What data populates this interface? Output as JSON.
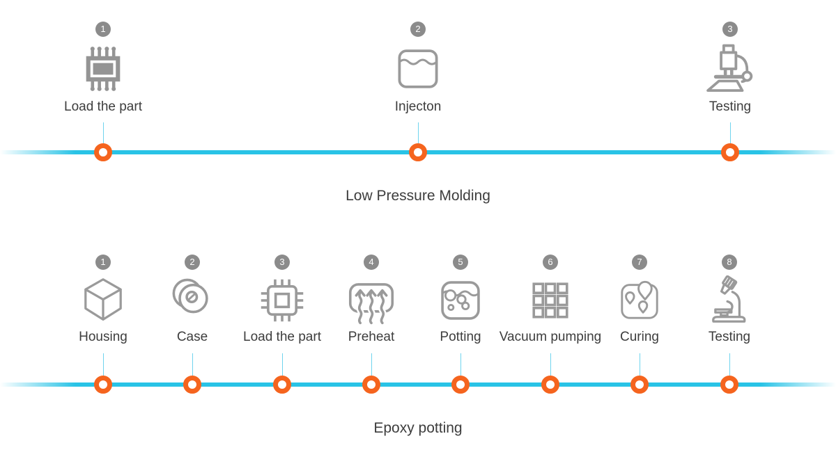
{
  "colors": {
    "timeline_cyan": "#29c3e6",
    "marker_orange": "#f5641e",
    "badge_gray": "#8b8b8b",
    "icon_gray": "#9a9a9a",
    "text_dark": "#3d3d3d"
  },
  "sections": [
    {
      "title": "Low Pressure Molding",
      "steps": [
        {
          "num": "1",
          "label": "Load the part",
          "icon": "chip-filled-icon"
        },
        {
          "num": "2",
          "label": "Injecton",
          "icon": "liquid-container-icon"
        },
        {
          "num": "3",
          "label": "Testing",
          "icon": "microscope-icon"
        }
      ]
    },
    {
      "title": "Epoxy potting",
      "steps": [
        {
          "num": "1",
          "label": "Housing",
          "icon": "cube-icon"
        },
        {
          "num": "2",
          "label": "Case",
          "icon": "case-discs-icon"
        },
        {
          "num": "3",
          "label": "Load the part",
          "icon": "chip-outline-icon"
        },
        {
          "num": "4",
          "label": "Preheat",
          "icon": "preheat-arrows-icon"
        },
        {
          "num": "5",
          "label": "Potting",
          "icon": "potting-bubbles-icon"
        },
        {
          "num": "6",
          "label": "Vacuum pumping",
          "icon": "grid-squares-icon"
        },
        {
          "num": "7",
          "label": "Curing",
          "icon": "curing-pins-icon"
        },
        {
          "num": "8",
          "label": "Testing",
          "icon": "microscope-tilted-icon"
        }
      ]
    }
  ]
}
